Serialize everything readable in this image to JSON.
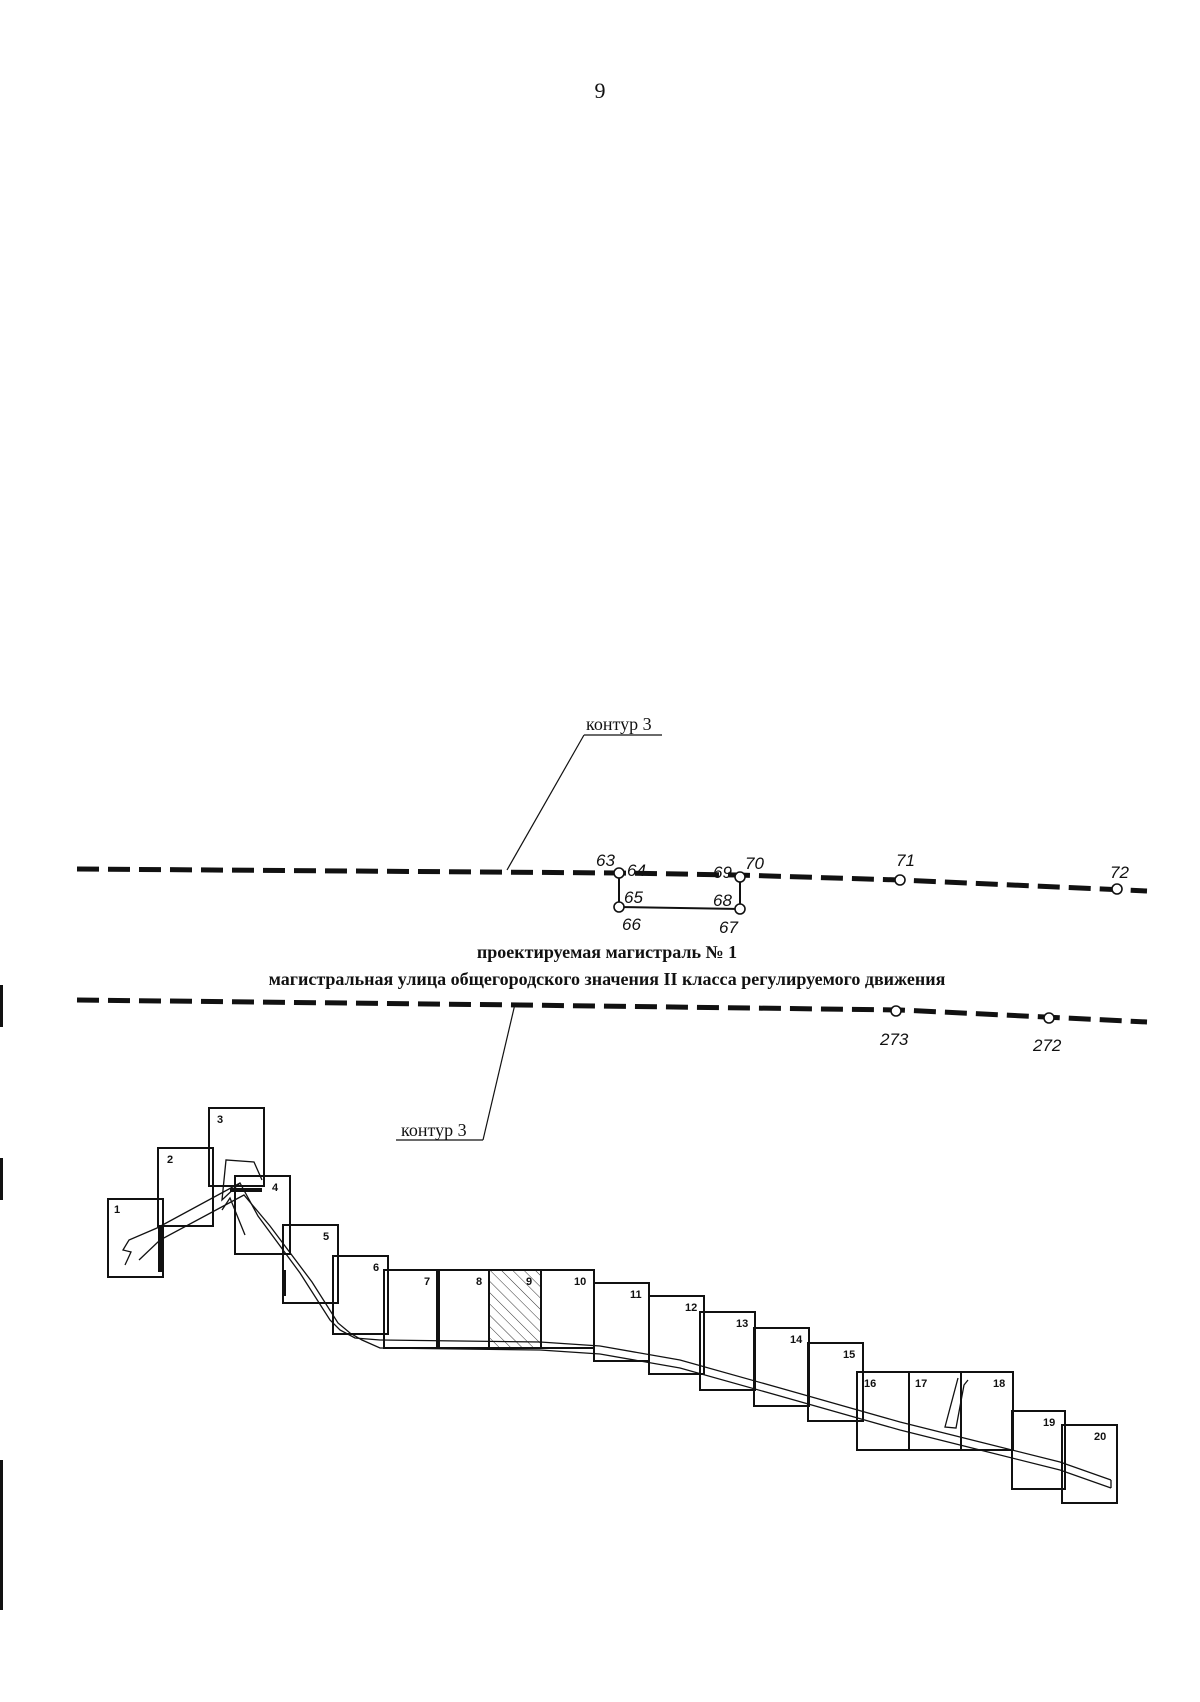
{
  "page_number": "9",
  "contour_label_top": "контур 3",
  "contour_label_bottom": "контур 3",
  "street_title": "проектируемая магистраль № 1",
  "street_subtitle": "магистральная улица общегородского значения II класса регулируемого движения",
  "points": [
    "63",
    "64",
    "65",
    "66",
    "67",
    "68",
    "69",
    "70",
    "71",
    "72",
    "273",
    "272"
  ],
  "sheets": [
    "1",
    "2",
    "3",
    "4",
    "5",
    "6",
    "7",
    "8",
    "9",
    "10",
    "11",
    "12",
    "13",
    "14",
    "15",
    "16",
    "17",
    "18",
    "19",
    "20"
  ],
  "highlighted_sheet": "9"
}
